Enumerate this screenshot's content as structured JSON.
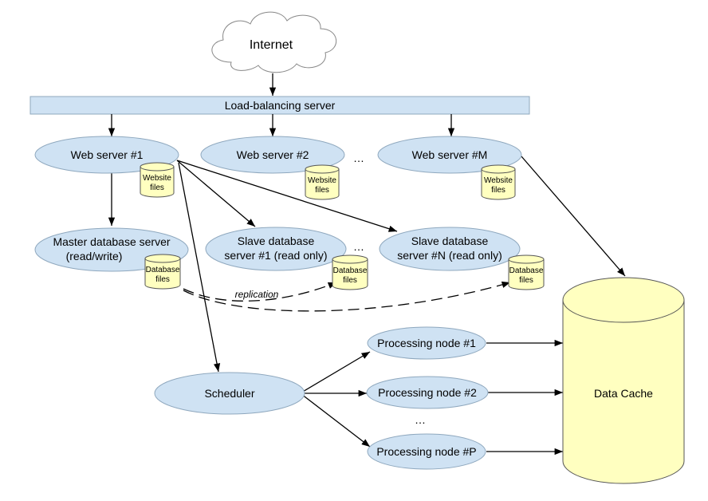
{
  "internet": "Internet",
  "load_balancer": "Load-balancing server",
  "web_servers": [
    "Web server #1",
    "Web server #2",
    "Web server #M"
  ],
  "website_files": [
    "Website",
    "files"
  ],
  "master_db": [
    "Master database server",
    "(read/write)"
  ],
  "slave_db_1": [
    "Slave database",
    "server #1 (read only)"
  ],
  "slave_db_n": [
    "Slave database",
    "server #N (read only)"
  ],
  "database_files": [
    "Database",
    "files"
  ],
  "replication": "replication",
  "scheduler": "Scheduler",
  "processing_nodes": [
    "Processing node #1",
    "Processing node #2",
    "Processing node #P"
  ],
  "data_cache": "Data Cache",
  "ellipsis": "…",
  "colors": {
    "node_fill": "#cfe2f3",
    "lb_fill": "#cfe2f3",
    "cylinder_fill": "#ffffc0",
    "cloud_fill": "#ffffff"
  }
}
